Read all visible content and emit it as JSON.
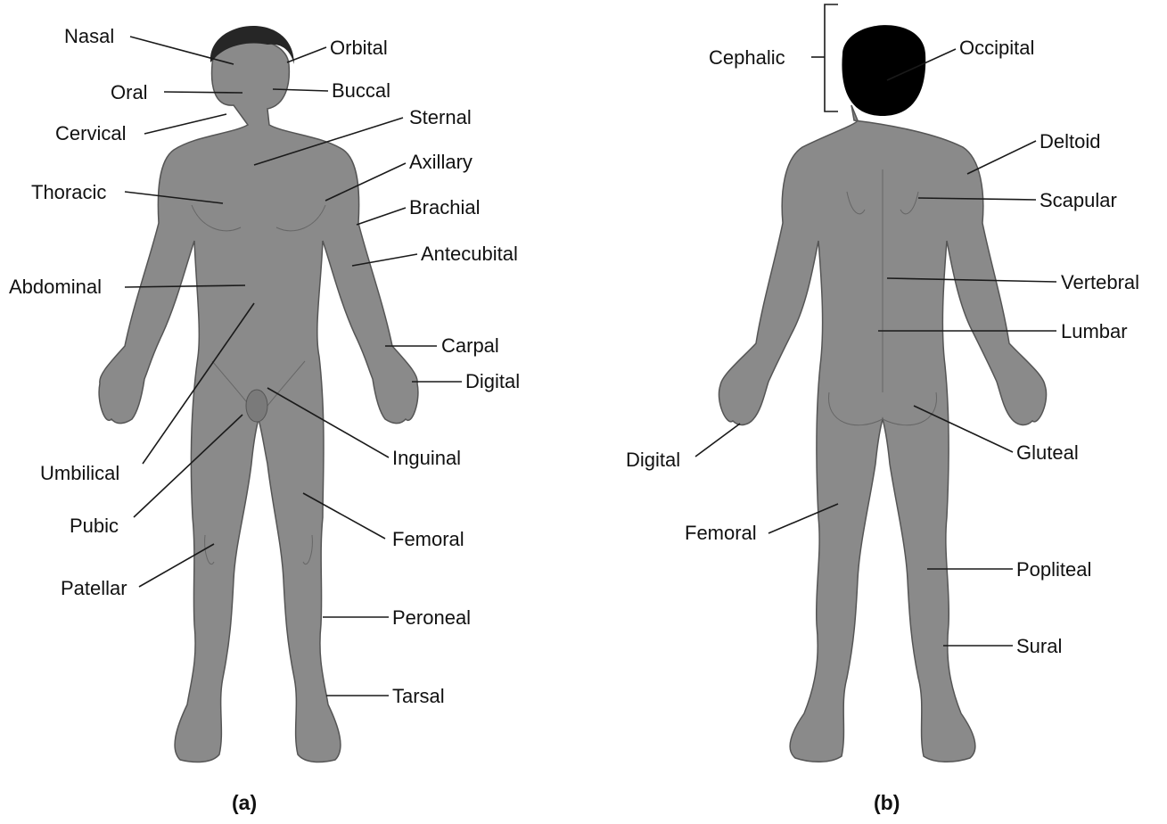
{
  "figure_a": {
    "caption": "(a)",
    "labels": {
      "nasal": "Nasal",
      "orbital": "Orbital",
      "oral": "Oral",
      "buccal": "Buccal",
      "cervical": "Cervical",
      "sternal": "Sternal",
      "axillary": "Axillary",
      "thoracic": "Thoracic",
      "brachial": "Brachial",
      "antecubital": "Antecubital",
      "abdominal": "Abdominal",
      "carpal": "Carpal",
      "digital": "Digital",
      "umbilical": "Umbilical",
      "inguinal": "Inguinal",
      "pubic": "Pubic",
      "femoral": "Femoral",
      "patellar": "Patellar",
      "peroneal": "Peroneal",
      "tarsal": "Tarsal"
    }
  },
  "figure_b": {
    "caption": "(b)",
    "labels": {
      "cephalic": "Cephalic",
      "occipital": "Occipital",
      "deltoid": "Deltoid",
      "scapular": "Scapular",
      "vertebral": "Vertebral",
      "lumbar": "Lumbar",
      "digital": "Digital",
      "gluteal": "Gluteal",
      "femoral": "Femoral",
      "popliteal": "Popliteal",
      "sural": "Sural"
    }
  },
  "colors": {
    "body": "#8a8a8a",
    "hair": "#262626",
    "head_b": "#000000",
    "text": "#111111"
  }
}
